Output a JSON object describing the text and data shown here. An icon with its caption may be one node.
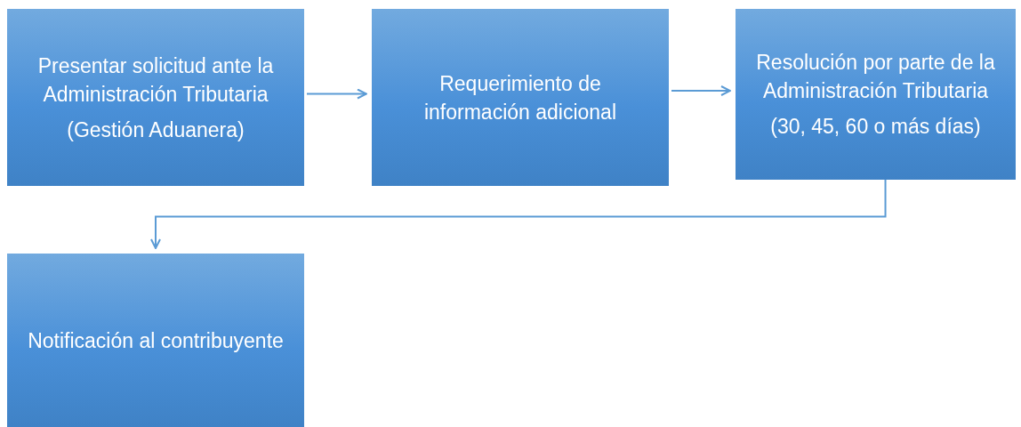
{
  "diagram": {
    "nodes": [
      {
        "text": [
          "Presentar solicitud ante la Administración Tributaria",
          "(Gestión Aduanera)"
        ]
      },
      {
        "text": [
          "Requerimiento de información adicional"
        ]
      },
      {
        "text": [
          "Resolución por parte de la Administración Tributaria",
          "(30, 45, 60 o más días)"
        ]
      },
      {
        "text": [
          "Notificación al contribuyente"
        ]
      }
    ],
    "edges": [
      {
        "from": 0,
        "to": 1,
        "arrow": "to"
      },
      {
        "from": 1,
        "to": 2,
        "arrow": "to"
      },
      {
        "from": 2,
        "to": 3,
        "arrow": "to"
      }
    ]
  }
}
